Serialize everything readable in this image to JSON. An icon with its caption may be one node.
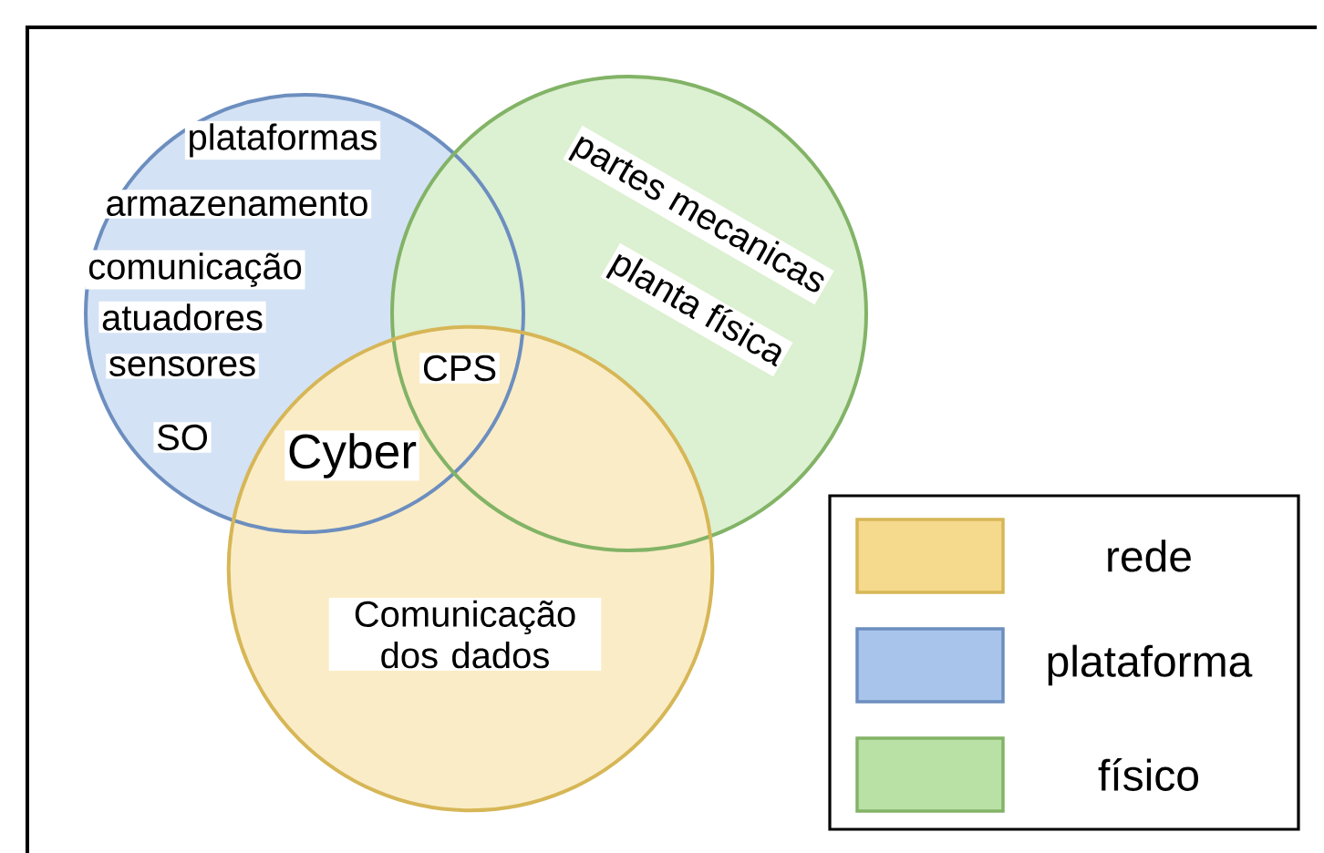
{
  "diagram": {
    "nodes": [
      {
        "text": [
          "plataformas",
          "armazenamento",
          "comunicação",
          "atuadores",
          "sensores",
          "SO"
        ]
      },
      {
        "text": [
          "partes mecanicas",
          "planta física"
        ]
      },
      {
        "text": [
          "Comunicação dos dados"
        ]
      }
    ],
    "labels": [
      "CPS",
      "Cyber"
    ],
    "legend": [
      {
        "text": "rede",
        "color": "#f5d98c"
      },
      {
        "text": "plataforma",
        "color": "#a9c4eb"
      },
      {
        "text": "físico",
        "color": "#b9e0a5"
      }
    ]
  }
}
